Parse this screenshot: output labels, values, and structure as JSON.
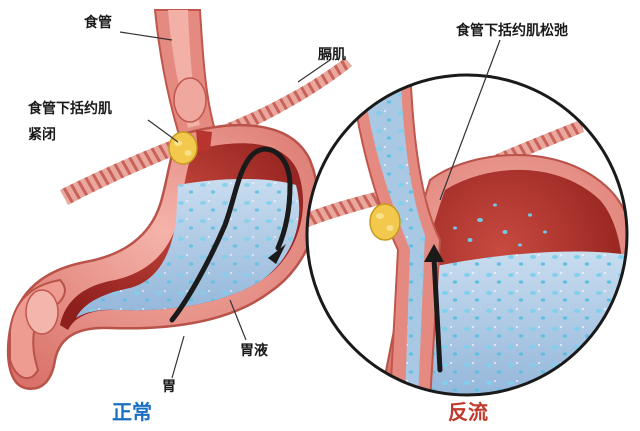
{
  "labels": {
    "esophagus": "食管",
    "diaphragm": "膈肌",
    "les_closed_line1": "食管下括约肌",
    "les_closed_line2": "紧闭",
    "les_relaxed": "食管下括约肌松弛",
    "gastric_juice": "胃液",
    "stomach": "胃"
  },
  "captions": {
    "normal": "正常",
    "reflux": "反流"
  },
  "colors": {
    "caption_normal": "#1a6fc0",
    "caption_reflux": "#c0392b",
    "tissue": "#e88f86",
    "muscle_dark": "#b8342f",
    "fluid": "#a9c8e4",
    "droplet": "#5fbfe0",
    "sphincter_fat": "#f2c94c"
  }
}
